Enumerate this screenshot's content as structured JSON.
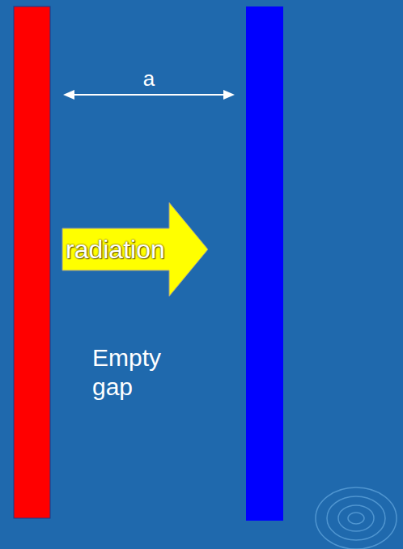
{
  "diagram": {
    "nodes": [
      {
        "text": [
          "radiation"
        ]
      }
    ],
    "labels": [
      "a",
      "Empty gap"
    ]
  }
}
